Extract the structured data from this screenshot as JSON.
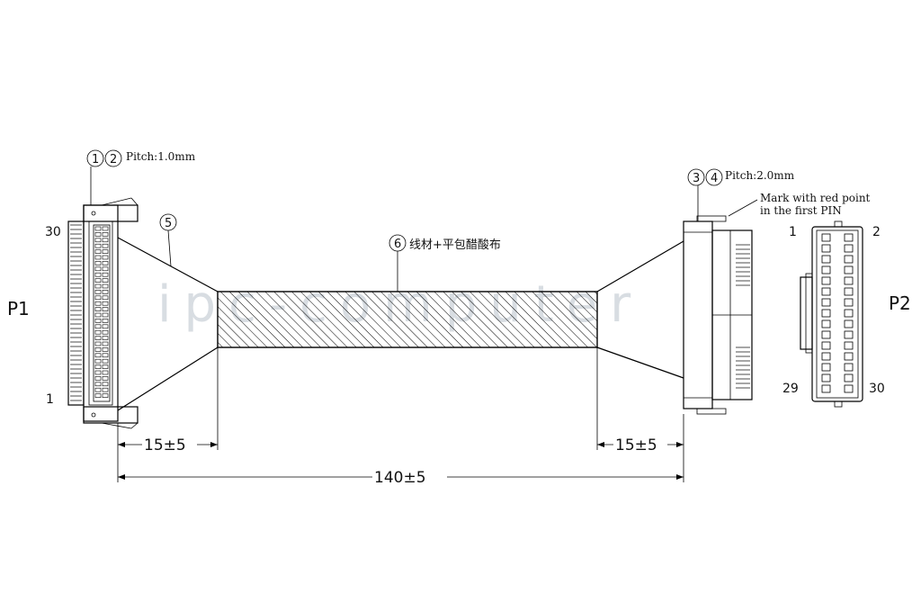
{
  "watermark": "ipc-computer",
  "labels": {
    "p1": "P1",
    "p2": "P2",
    "p1_pin_top": "30",
    "p1_pin_bottom": "1",
    "p2_pin_tl": "1",
    "p2_pin_tr": "2",
    "p2_pin_bl": "29",
    "p2_pin_br": "30"
  },
  "callouts": {
    "c1": "1",
    "c2": "2",
    "c3": "3",
    "c4": "4",
    "c5": "5",
    "c6": "6",
    "pitch_p1": "Pitch:1.0mm",
    "pitch_p2": "Pitch:2.0mm",
    "mark_line1": "Mark with red point",
    "mark_line2": "in the first PIN",
    "cable_material": "线材+平包醋酸布"
  },
  "dimensions": {
    "left_breakout": "15±5",
    "right_breakout": "15±5",
    "total_length": "140±5"
  }
}
